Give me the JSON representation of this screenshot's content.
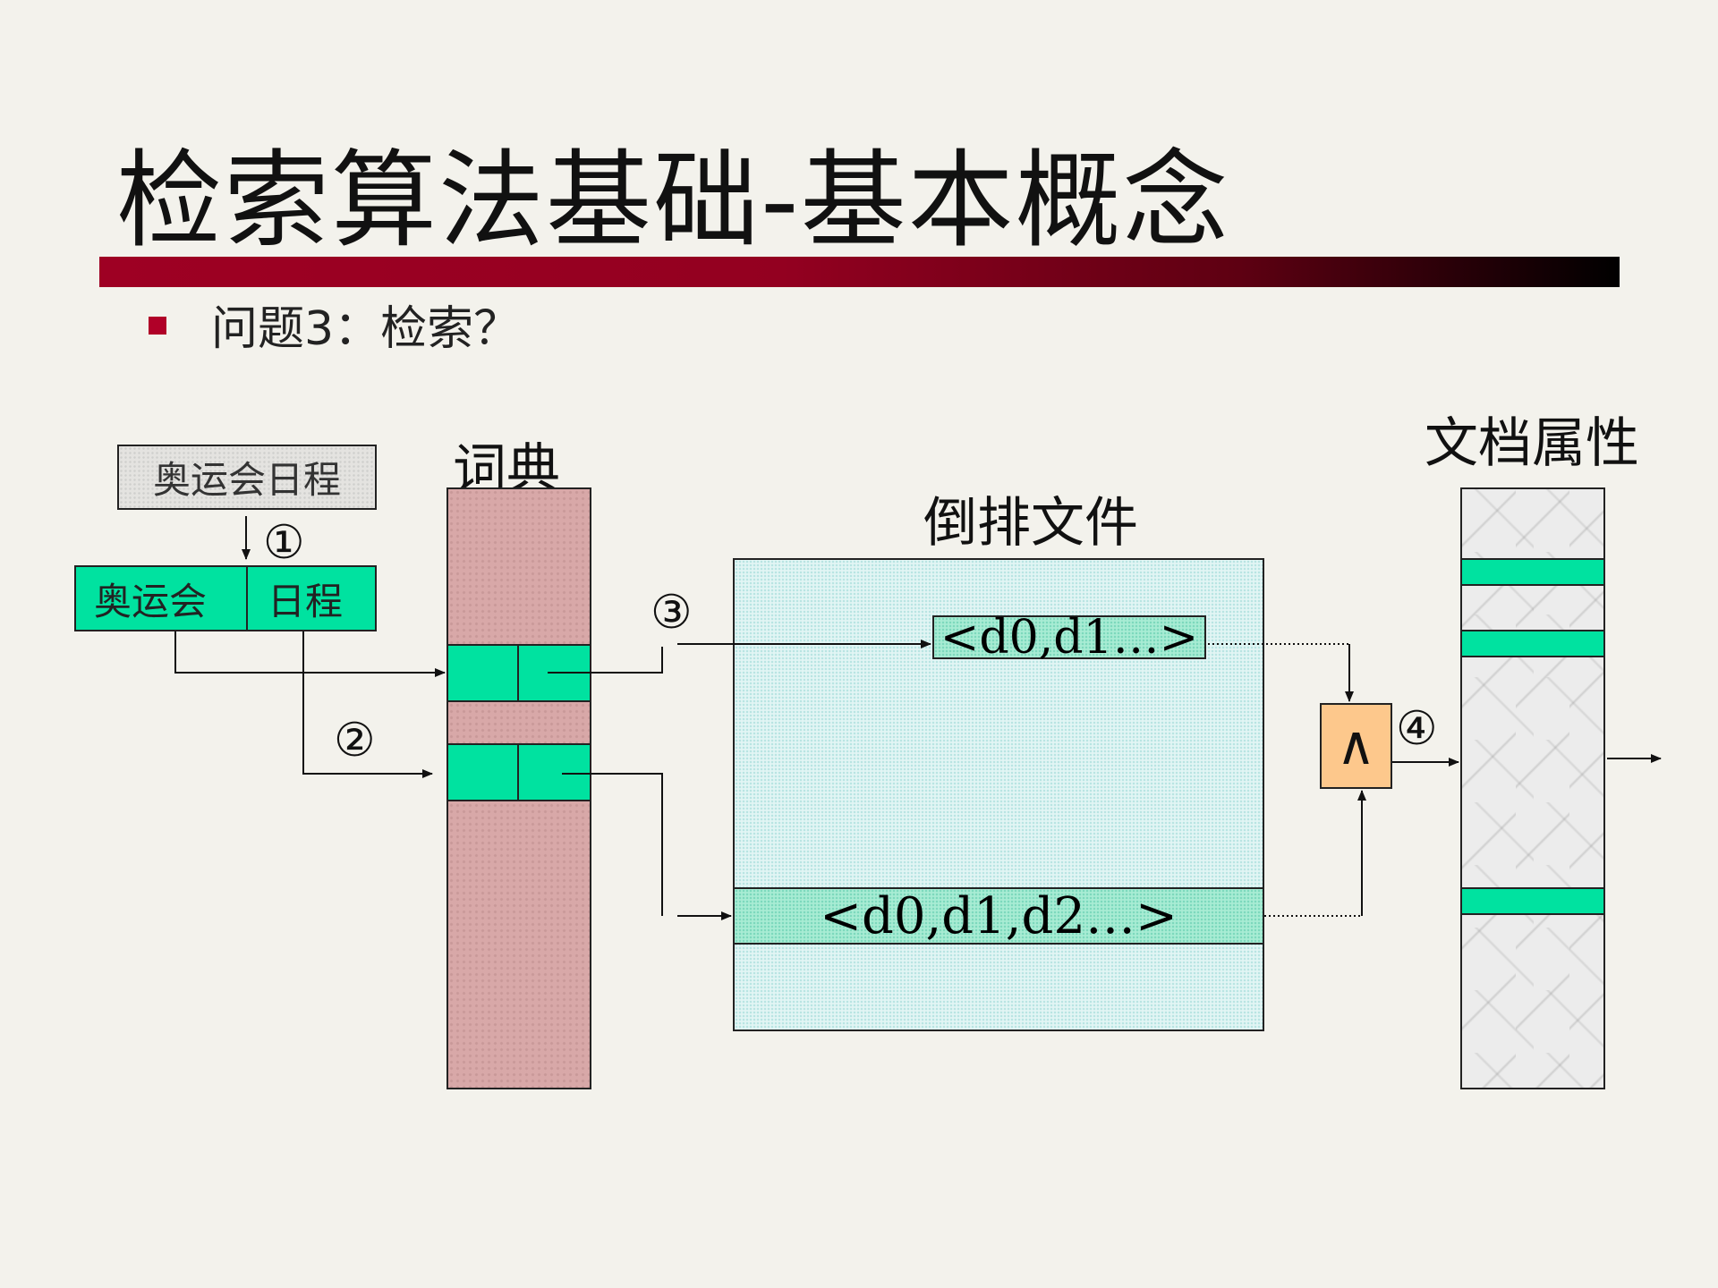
{
  "slide": {
    "title": "检索算法基础-基本概念",
    "bullet": "问题3：检索？"
  },
  "diagram": {
    "query_text": "奥运会日程",
    "segment_left": "奥运会",
    "segment_right": "日程",
    "dictionary_label": "词典",
    "inverted_file_label": "倒排文件",
    "doc_attr_label": "文档属性",
    "posting_small": "<d0,d1…>",
    "posting_big": "<d0,d1,d2…>",
    "and_operator": "∧",
    "steps": [
      "①",
      "②",
      "③",
      "④"
    ]
  },
  "colors": {
    "title_rule_start": "#9e0023",
    "title_rule_end": "#000000",
    "bullet": "#b00028",
    "highlight": "#00e2a0",
    "dictionary": "#d8a8a8",
    "inverted_file": "#e2f5f4",
    "operator": "#fdc88c"
  }
}
